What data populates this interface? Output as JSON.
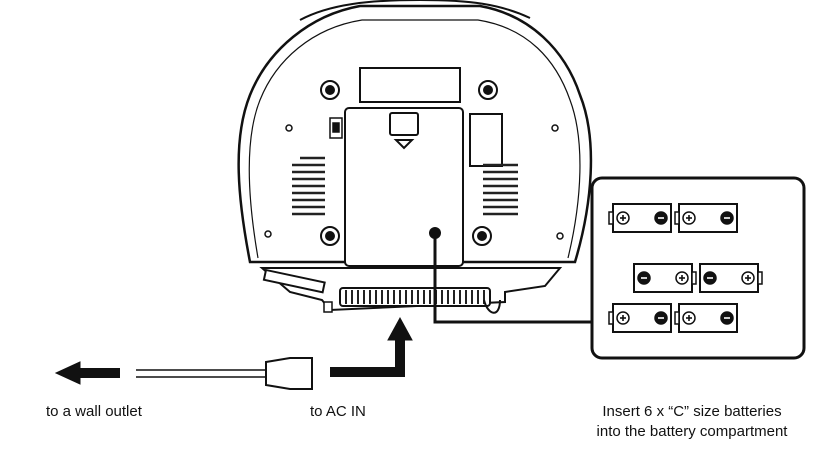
{
  "labels": {
    "wall_outlet": "to a wall outlet",
    "ac_in": "to AC IN",
    "batteries_line1": "Insert 6 x “C” size batteries",
    "batteries_line2": "into the battery compartment"
  },
  "battery_count": 6,
  "colors": {
    "line": "#111111",
    "fill": "#ffffff",
    "grille": "#222222"
  }
}
